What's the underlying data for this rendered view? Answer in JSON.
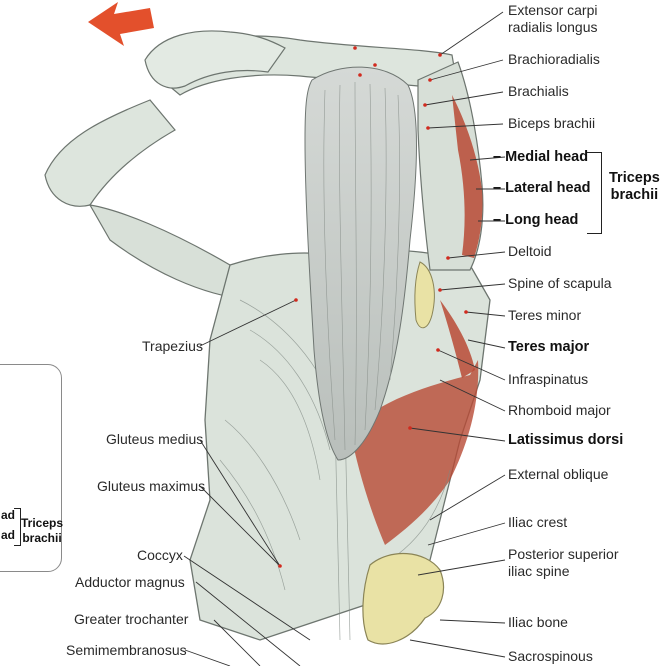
{
  "labels_right": [
    {
      "id": "extensor-carpi-radialis-longus",
      "text": "Extensor carpi\nradialis longus",
      "bold": false
    },
    {
      "id": "brachioradialis",
      "text": "Brachioradialis",
      "bold": false
    },
    {
      "id": "brachialis",
      "text": "Brachialis",
      "bold": false
    },
    {
      "id": "biceps-brachii",
      "text": "Biceps brachii",
      "bold": false
    },
    {
      "id": "medial-head",
      "text": "– Medial head",
      "bold": true
    },
    {
      "id": "lateral-head",
      "text": "– Lateral head",
      "bold": true
    },
    {
      "id": "long-head",
      "text": "– Long head",
      "bold": true
    },
    {
      "id": "deltoid",
      "text": "Deltoid",
      "bold": false
    },
    {
      "id": "spine-of-scapula",
      "text": "Spine of scapula",
      "bold": false
    },
    {
      "id": "teres-minor",
      "text": "Teres minor",
      "bold": false
    },
    {
      "id": "teres-major",
      "text": "Teres major",
      "bold": true
    },
    {
      "id": "infraspinatus",
      "text": "Infraspinatus",
      "bold": false
    },
    {
      "id": "rhomboid-major",
      "text": "Rhomboid major",
      "bold": false
    },
    {
      "id": "latissimus-dorsi",
      "text": "Latissimus dorsi",
      "bold": true
    },
    {
      "id": "external-oblique",
      "text": "External oblique",
      "bold": false
    },
    {
      "id": "iliac-crest",
      "text": "Iliac crest",
      "bold": false
    },
    {
      "id": "posterior-superior-iliac-spine",
      "text": "Posterior superior\niliac spine",
      "bold": false
    },
    {
      "id": "iliac-bone",
      "text": "Iliac bone",
      "bold": false
    },
    {
      "id": "sacrospinous",
      "text": "Sacrospinous",
      "bold": false
    }
  ],
  "triceps_group": {
    "text": "Triceps\nbrachii"
  },
  "labels_left": [
    {
      "id": "trapezius",
      "text": "Trapezius"
    },
    {
      "id": "gluteus-medius",
      "text": "Gluteus medius"
    },
    {
      "id": "gluteus-maximus",
      "text": "Gluteus maximus"
    },
    {
      "id": "coccyx",
      "text": "Coccyx"
    },
    {
      "id": "adductor-magnus",
      "text": "Adductor magnus"
    },
    {
      "id": "greater-trochanter",
      "text": "Greater trochanter"
    },
    {
      "id": "semimembranosus",
      "text": "Semimembranosus"
    }
  ],
  "inset": {
    "fragment_top": "ad",
    "fragment_bottom": "ad",
    "group": "Triceps\nbrachii"
  },
  "colors": {
    "arrow": "#e3502c",
    "muscle_red": "#b84a35",
    "skin": "#dfe6df",
    "hair": "#c7ccc8",
    "bone": "#e9e2a5",
    "leader": "#333333"
  },
  "icons": [
    "direction-arrow-icon"
  ]
}
